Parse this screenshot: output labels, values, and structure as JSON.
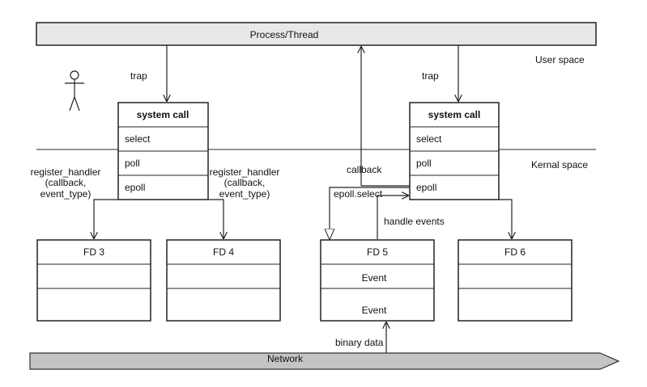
{
  "process_bar": {
    "label": "Process/Thread"
  },
  "regions": {
    "user_space": "User space",
    "kernel_space": "Kernal space"
  },
  "left_syscall": {
    "title": "system call",
    "rows": [
      "select",
      "poll",
      "epoll"
    ],
    "trap_label": "trap"
  },
  "right_syscall": {
    "title": "system call",
    "rows": [
      "select",
      "poll",
      "epoll"
    ],
    "trap_label": "trap"
  },
  "register_handler_left": [
    "register_handler",
    "(callback,",
    "event_type)"
  ],
  "register_handler_right": [
    "register_handler",
    "(callback,",
    "event_type)"
  ],
  "fd_boxes": [
    {
      "title": "FD 3",
      "rows": [
        "",
        ""
      ]
    },
    {
      "title": "FD 4",
      "rows": [
        "",
        ""
      ]
    },
    {
      "title": "FD 5",
      "rows": [
        "Event",
        "Event"
      ]
    },
    {
      "title": "FD 6",
      "rows": [
        "",
        ""
      ]
    }
  ],
  "labels": {
    "callback": "callback",
    "epoll_select": "epoll.select",
    "handle_events": "handle events",
    "binary_data": "binary data"
  },
  "network": {
    "label": "Network"
  },
  "actor": {
    "icon": "stick-figure-icon"
  }
}
